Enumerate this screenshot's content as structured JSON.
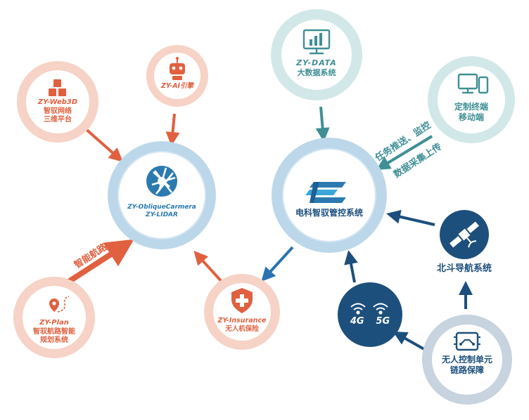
{
  "nodes": {
    "web3d": {
      "line1": "ZY-Web3D",
      "line2": "智驭网络",
      "line3": "三维平台"
    },
    "ai": {
      "line1": "ZY-AI引擎"
    },
    "oblique": {
      "line1": "ZY-ObliqueCarmera",
      "line2": "ZY-LIDAR"
    },
    "plan": {
      "line1": "ZY-Plan",
      "line2": "智驭航路智能",
      "line3": "规划系统"
    },
    "insurance": {
      "line1": "ZY-Insurance",
      "line2": "无人机保险"
    },
    "data": {
      "line1": "ZY-DATA",
      "line2": "大数据系统"
    },
    "terminal": {
      "line1": "定制终端",
      "line2": "移动端"
    },
    "control": {
      "line1": "电科智驭管控系统"
    },
    "beidou": {
      "line1": "北斗导航系统"
    },
    "network": {
      "g4": "4G",
      "g5": "5G"
    },
    "unit": {
      "line1": "无人控制单元",
      "line2": "链路保障"
    }
  },
  "edge_labels": {
    "smart_route": "智能航路",
    "task_push": "任务推送、监控",
    "data_upload": "数据采集上传"
  },
  "colors": {
    "orange": "#e0603f",
    "orange_ring": "#f6d3c6",
    "teal": "#3f8f95",
    "teal_ring": "#d2e8e8",
    "blue_ring": "#bcd7ea",
    "navy": "#1c4f7c"
  },
  "icons": {
    "web3d": "cubes-icon",
    "ai": "robot-icon",
    "oblique": "aperture-icon",
    "plan": "route-pin-icon",
    "insurance": "shield-cross-icon",
    "data": "monitor-chart-icon",
    "terminal": "devices-icon",
    "control": "e-logo-icon",
    "beidou": "satellite-icon",
    "network": "wifi-icon",
    "unit": "circuit-chip-icon"
  }
}
